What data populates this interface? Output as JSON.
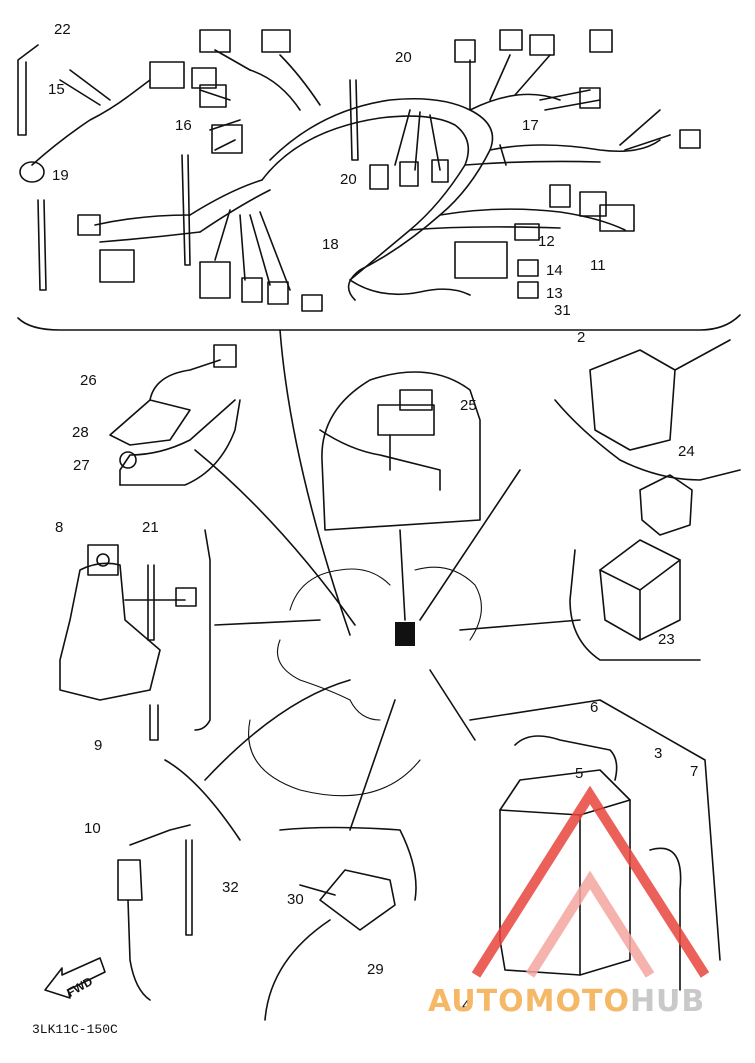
{
  "drawing_code": "3LK11C-150C",
  "fwd_label": "FWD",
  "watermark": {
    "part1": "AUTOMOTO",
    "part2": "HUB",
    "color_primary": "#e8453c",
    "color_secondary": "#f4b866"
  },
  "callouts": {
    "c22": "22",
    "c15": "15",
    "c16": "16",
    "c19": "19",
    "c20a": "20",
    "c20b": "20",
    "c18": "18",
    "c17": "17",
    "c12": "12",
    "c14": "14",
    "c11": "11",
    "c13": "13",
    "c31": "31",
    "c2a": "2",
    "c26": "26",
    "c28": "28",
    "c27": "27",
    "c25": "25",
    "c24": "24",
    "c8": "8",
    "c21": "21",
    "c9": "9",
    "c23": "23",
    "c6": "6",
    "c3": "3",
    "c5": "5",
    "c7": "7",
    "c10": "10",
    "c32": "32",
    "c30": "30",
    "c29": "29",
    "c4": "4"
  }
}
